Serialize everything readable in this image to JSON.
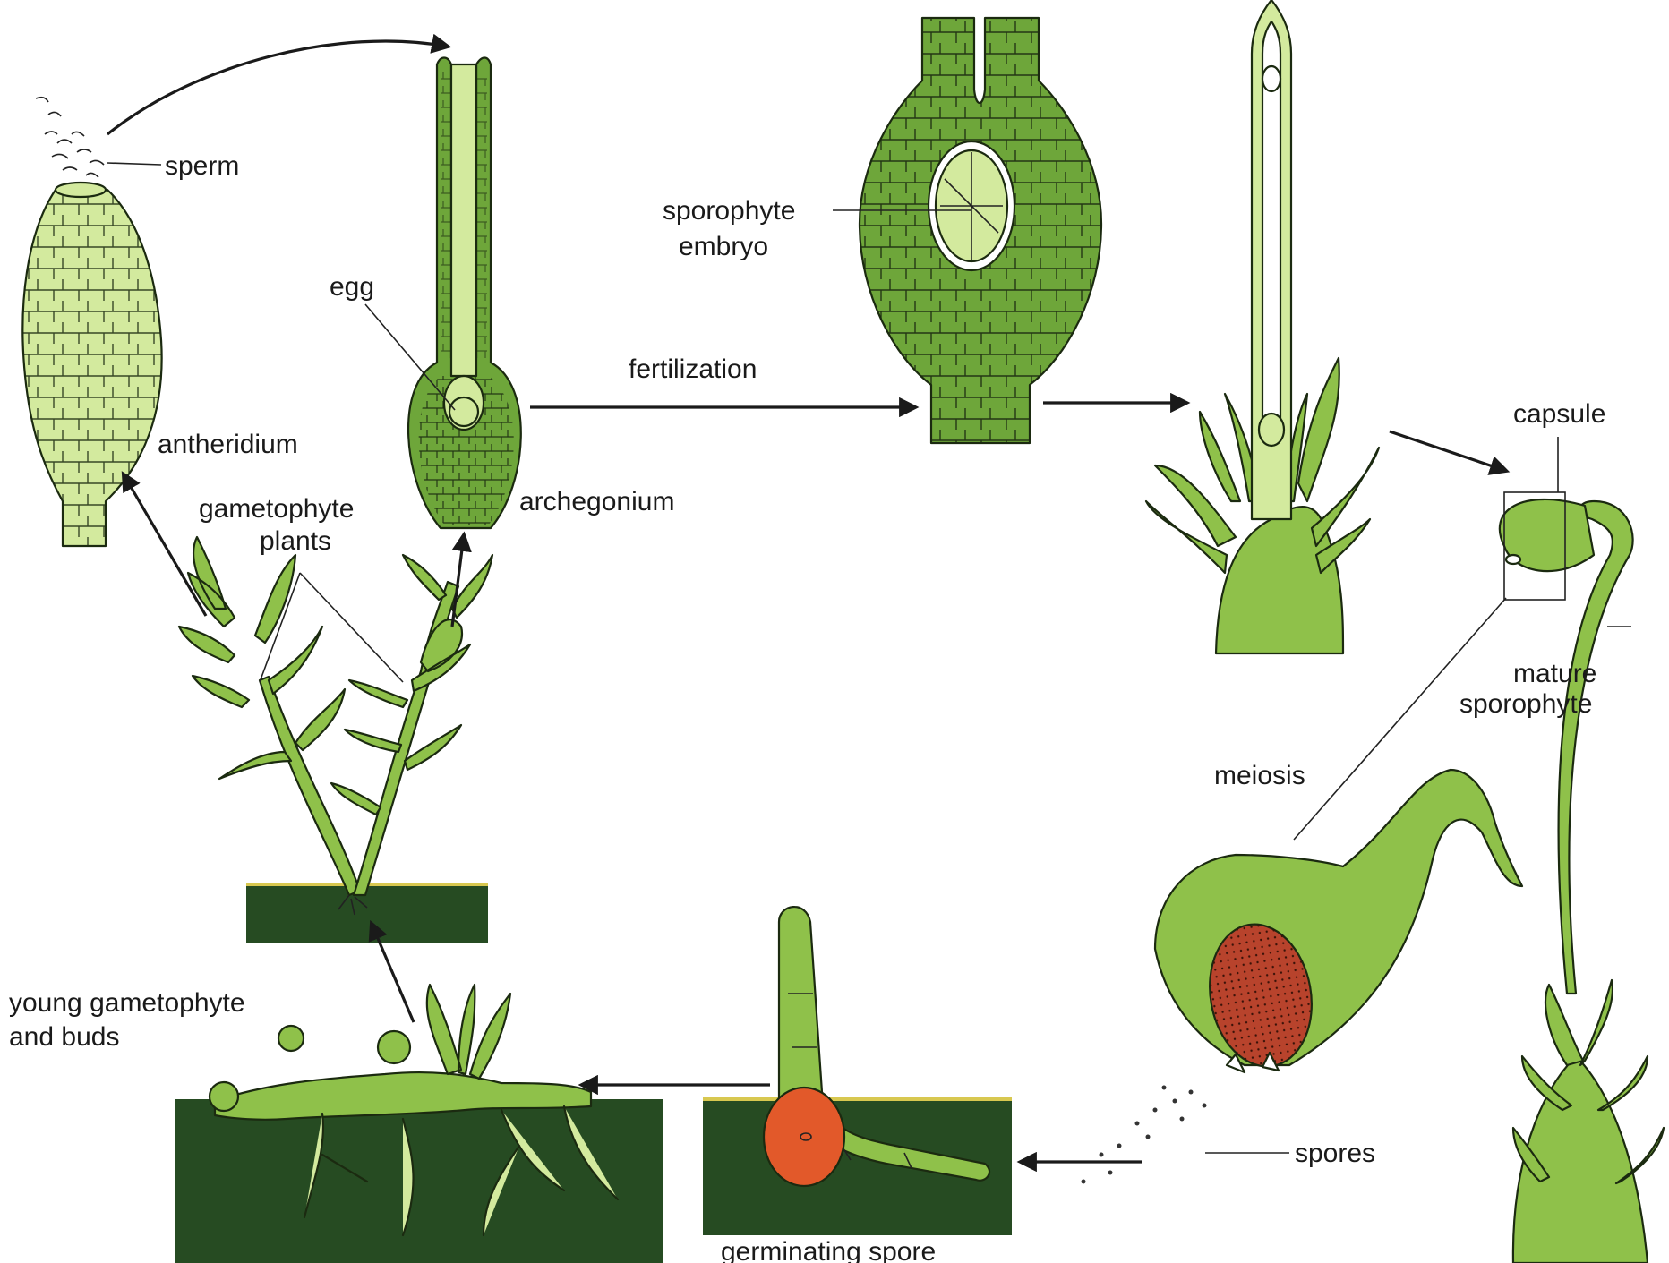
{
  "labels": {
    "sperm": "sperm",
    "egg": "egg",
    "sporophyte_embryo_1": "sporophyte",
    "sporophyte_embryo_2": "embryo",
    "fertilization": "fertilization",
    "antheridium": "antheridium",
    "gametophyte_plants_1": "gametophyte",
    "gametophyte_plants_2": "plants",
    "archegonium": "archegonium",
    "capsule": "capsule",
    "mature_sporophyte_1": "mature",
    "mature_sporophyte_2": "sporophyte",
    "meiosis": "meiosis",
    "young_gametophyte_1": "young gametophyte",
    "young_gametophyte_2": "and buds",
    "spores": "spores",
    "germinating_spore": "germinating spore"
  },
  "colors": {
    "light_green": "#d3ea9e",
    "mid_green": "#8fc14a",
    "dark_green": "#6ea63a",
    "soil": "#264b22",
    "spore_orange": "#e2592a",
    "spore_mass": "#b8432c"
  }
}
